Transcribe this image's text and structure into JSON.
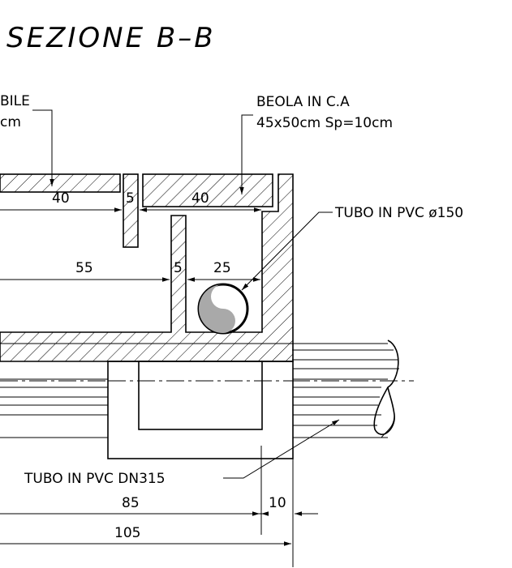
{
  "title": "SEZIONE B–B",
  "labels": {
    "left_top_line1": "BILE",
    "left_top_line2": "cm",
    "beola_line1": "BEOLA IN C.A",
    "beola_line2": "45x50cm Sp=10cm",
    "tubo_pvc_d150": "TUBO IN PVC ø150",
    "tubo_pvc_dn315": "TUBO IN PVC DN315"
  },
  "dimensions": {
    "d40_left": "40",
    "d5_top": "5",
    "d40_right": "40",
    "d55": "55",
    "d5_mid": "5",
    "d25": "25",
    "d85": "85",
    "d10": "10",
    "d105": "105"
  }
}
